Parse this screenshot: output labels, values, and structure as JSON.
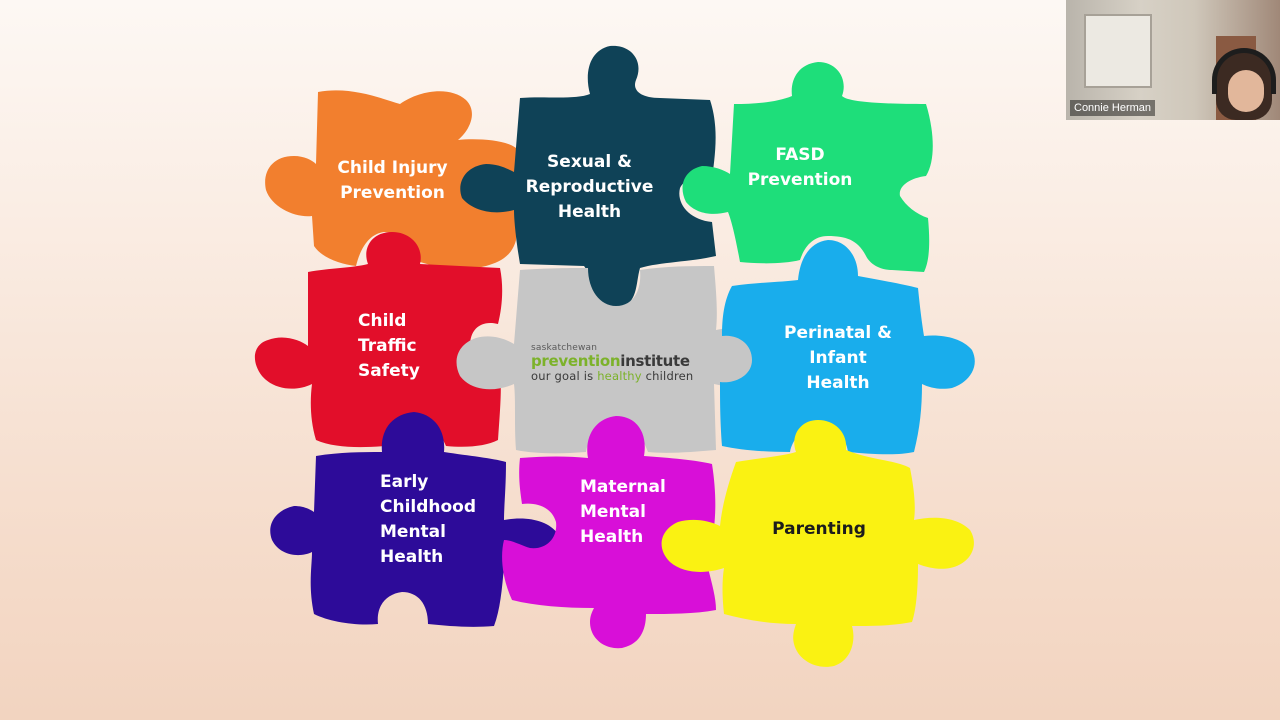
{
  "pieces": [
    {
      "id": "child-injury",
      "label": "Child Injury\nPrevention",
      "color": "#f27f2e"
    },
    {
      "id": "sexual-health",
      "label": "Sexual &\nReproductive\nHealth",
      "color": "#0f4257"
    },
    {
      "id": "fasd",
      "label": "FASD\nPrevention",
      "color": "#1ede7a"
    },
    {
      "id": "child-traffic",
      "label": "Child\nTraffic\nSafety",
      "color": "#e20e2a"
    },
    {
      "id": "center",
      "label": "",
      "color": "#c6c6c6"
    },
    {
      "id": "perinatal",
      "label": "Perinatal &\nInfant\nHealth",
      "color": "#19adec"
    },
    {
      "id": "early-childhood",
      "label": "Early\nChildhood\nMental\nHealth",
      "color": "#2d0b99"
    },
    {
      "id": "maternal",
      "label": "Maternal\nMental\nHealth",
      "color": "#d80fd8"
    },
    {
      "id": "parenting",
      "label": "Parenting",
      "color": "#faf212"
    }
  ],
  "logo": {
    "top": "saskatchewan",
    "main_a": "prevention",
    "main_b": "institute",
    "tag_a": "our goal is ",
    "tag_b": "healthy",
    "tag_c": " children"
  },
  "participant": {
    "name": "Connie Herman"
  },
  "colors": {
    "parenting_text": "#1c1c1c",
    "logo_green": "#7cb22a"
  }
}
